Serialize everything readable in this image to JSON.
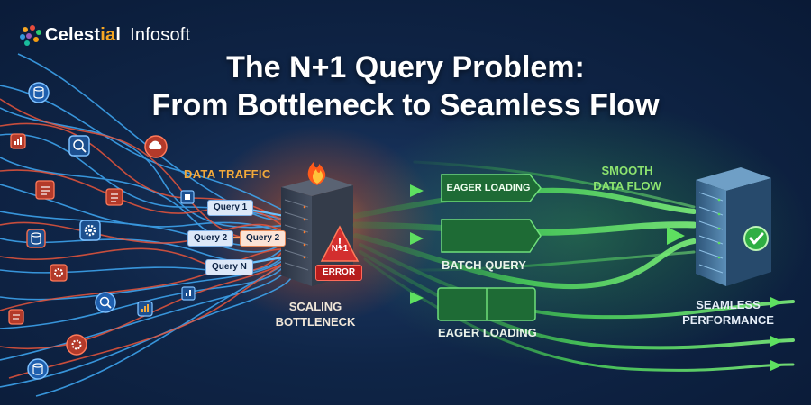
{
  "brand": {
    "name_part1": "Celest",
    "name_accent": "ia",
    "name_part2": "l",
    "suffix": "Infosoft"
  },
  "title": {
    "line1": "The N+1 Query Problem:",
    "line2": "From Bottleneck to Seamless Flow"
  },
  "left": {
    "traffic_label": "DATA TRAFFIC",
    "queries": [
      "Query 1",
      "Query 2",
      "Query 2",
      "Query N"
    ],
    "warning_text": "N+1",
    "error_text": "ERROR",
    "bottleneck_label": [
      "SCALING",
      "BOTTLENECK"
    ]
  },
  "right": {
    "pill_label": "EAGER LOADING",
    "batch_label": "BATCH QUERY",
    "eager_label": "EAGER LOADING",
    "smooth_label": [
      "SMOOTH",
      "DATA FLOW"
    ],
    "seamless_label": [
      "SEAMLESS",
      "PERFORMANCE"
    ]
  },
  "colors": {
    "background": "#0f2547",
    "blue_stream": "#3fa9f5",
    "red_stream": "#e8553b",
    "green_stream": "#4cd45a",
    "accent_orange": "#f3a93a",
    "error_red": "#b71c1c"
  },
  "icons": [
    "database-icon",
    "cloud-icon",
    "chart-icon",
    "gear-icon",
    "document-icon",
    "search-icon",
    "server-icon",
    "fire-icon",
    "warning-icon",
    "checkmark-icon"
  ]
}
